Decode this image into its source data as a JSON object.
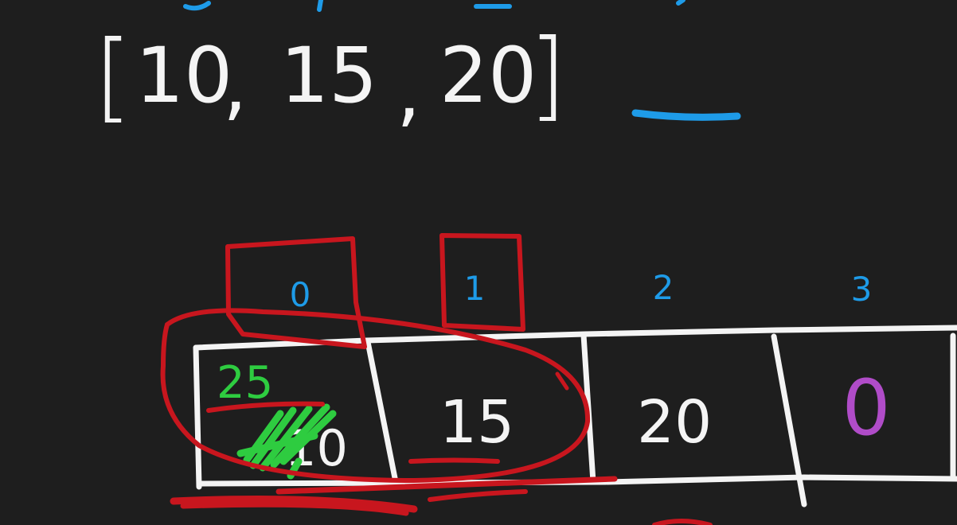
{
  "colors": {
    "background": "#1e1e1e",
    "chalk_white": "#f4f4f4",
    "index_blue": "#1e9be8",
    "highlight_red": "#c8161e",
    "new_value_green": "#2ecc40",
    "empty_purple": "#b04cc8"
  },
  "array_literal": {
    "open_bracket": "[",
    "items": [
      "10",
      "15",
      "20"
    ],
    "separator": ",",
    "close_bracket": "]"
  },
  "indices": [
    "0",
    "1",
    "2",
    "3"
  ],
  "cells": [
    {
      "value": "10",
      "overwritten_with": "25",
      "crossed_out": true
    },
    {
      "value": "15"
    },
    {
      "value": "20"
    },
    {
      "value": "0",
      "empty_slot": true
    }
  ]
}
